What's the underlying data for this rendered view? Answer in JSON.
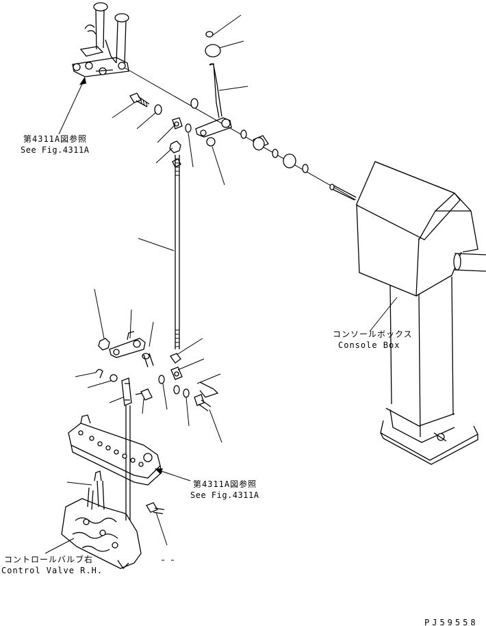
{
  "labels": {
    "ref_top_jp": "第4311A図参照",
    "ref_top_en": "See Fig.4311A",
    "console_jp": "コンソールボックス",
    "console_en": "Console Box",
    "ref_mid_jp": "第4311A図参照",
    "ref_mid_en": "See Fig.4311A",
    "valve_jp": "コントロールバルブ右",
    "valve_en": "Control Valve R.H.",
    "page_code": "PJ59558"
  }
}
